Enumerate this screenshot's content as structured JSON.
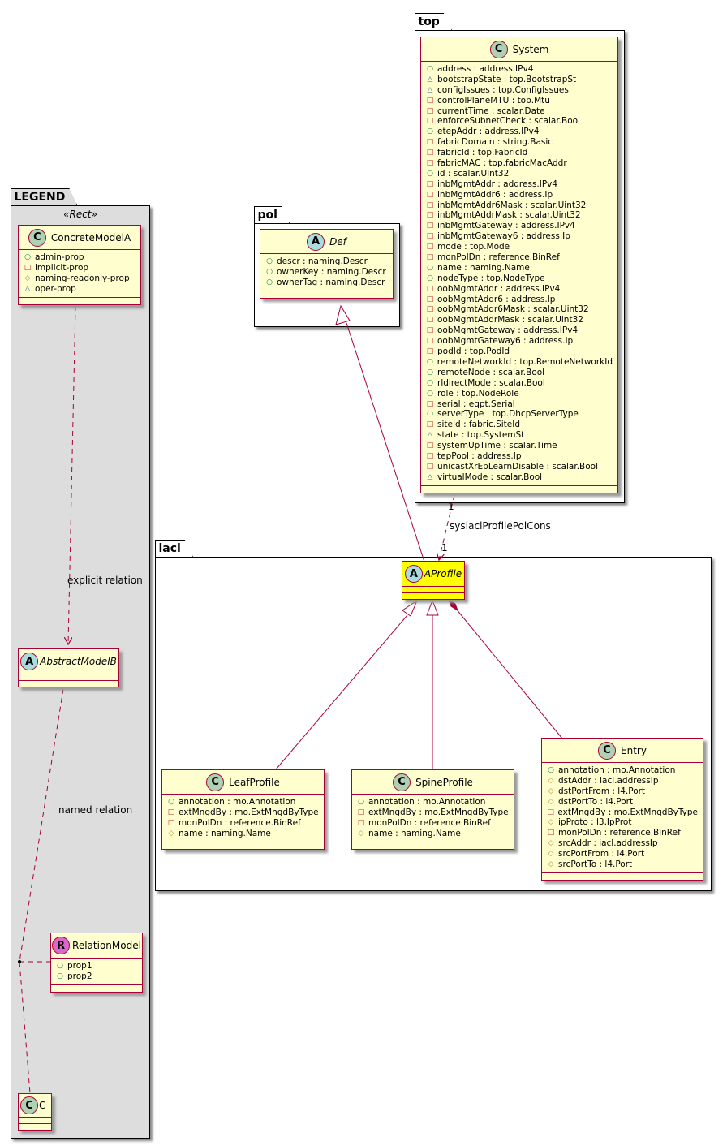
{
  "packages": {
    "top": "top",
    "pol": "pol",
    "iacl": "iacl",
    "legend": "LEGEND"
  },
  "legend": {
    "stereotype": "«Rect»",
    "concrete": {
      "icon": "C",
      "name": "ConcreteModelA",
      "attrs": [
        {
          "vis": "admin",
          "text": "admin-prop"
        },
        {
          "vis": "implicit",
          "text": "implicit-prop"
        },
        {
          "vis": "naming",
          "text": "naming-readonly-prop"
        },
        {
          "vis": "oper",
          "text": "oper-prop"
        }
      ]
    },
    "abstract": {
      "icon": "A",
      "name": "AbstractModelB"
    },
    "relation": {
      "icon": "R",
      "name": "RelationModel",
      "attrs": [
        {
          "vis": "admin",
          "text": "prop1"
        },
        {
          "vis": "admin",
          "text": "prop2"
        }
      ]
    },
    "target": {
      "icon": "C",
      "name": "C"
    },
    "labels": {
      "explicit": "explicit relation",
      "named": "named relation"
    }
  },
  "vis_icons": {
    "admin": "○",
    "implicit": "□",
    "naming": "◇",
    "oper": "△"
  },
  "classes": {
    "system": {
      "icon": "C",
      "name": "System",
      "attrs": [
        {
          "vis": "admin",
          "text": "address : address.IPv4"
        },
        {
          "vis": "oper",
          "text": "bootstrapState : top.BootstrapSt"
        },
        {
          "vis": "oper",
          "text": "configIssues : top.ConfigIssues"
        },
        {
          "vis": "implicit",
          "text": "controlPlaneMTU : top.Mtu"
        },
        {
          "vis": "implicit",
          "text": "currentTime : scalar.Date"
        },
        {
          "vis": "implicit",
          "text": "enforceSubnetCheck : scalar.Bool"
        },
        {
          "vis": "admin",
          "text": "etepAddr : address.IPv4"
        },
        {
          "vis": "implicit",
          "text": "fabricDomain : string.Basic"
        },
        {
          "vis": "implicit",
          "text": "fabricId : top.FabricId"
        },
        {
          "vis": "implicit",
          "text": "fabricMAC : top.fabricMacAddr"
        },
        {
          "vis": "admin",
          "text": "id : scalar.Uint32"
        },
        {
          "vis": "implicit",
          "text": "inbMgmtAddr : address.IPv4"
        },
        {
          "vis": "implicit",
          "text": "inbMgmtAddr6 : address.Ip"
        },
        {
          "vis": "implicit",
          "text": "inbMgmtAddr6Mask : scalar.Uint32"
        },
        {
          "vis": "implicit",
          "text": "inbMgmtAddrMask : scalar.Uint32"
        },
        {
          "vis": "implicit",
          "text": "inbMgmtGateway : address.IPv4"
        },
        {
          "vis": "implicit",
          "text": "inbMgmtGateway6 : address.Ip"
        },
        {
          "vis": "implicit",
          "text": "mode : top.Mode"
        },
        {
          "vis": "implicit",
          "text": "monPolDn : reference.BinRef"
        },
        {
          "vis": "admin",
          "text": "name : naming.Name"
        },
        {
          "vis": "admin",
          "text": "nodeType : top.NodeType"
        },
        {
          "vis": "implicit",
          "text": "oobMgmtAddr : address.IPv4"
        },
        {
          "vis": "implicit",
          "text": "oobMgmtAddr6 : address.Ip"
        },
        {
          "vis": "implicit",
          "text": "oobMgmtAddr6Mask : scalar.Uint32"
        },
        {
          "vis": "implicit",
          "text": "oobMgmtAddrMask : scalar.Uint32"
        },
        {
          "vis": "implicit",
          "text": "oobMgmtGateway : address.IPv4"
        },
        {
          "vis": "implicit",
          "text": "oobMgmtGateway6 : address.Ip"
        },
        {
          "vis": "implicit",
          "text": "podId : top.PodId"
        },
        {
          "vis": "admin",
          "text": "remoteNetworkId : top.RemoteNetworkId"
        },
        {
          "vis": "admin",
          "text": "remoteNode : scalar.Bool"
        },
        {
          "vis": "admin",
          "text": "rldirectMode : scalar.Bool"
        },
        {
          "vis": "admin",
          "text": "role : top.NodeRole"
        },
        {
          "vis": "implicit",
          "text": "serial : eqpt.Serial"
        },
        {
          "vis": "admin",
          "text": "serverType : top.DhcpServerType"
        },
        {
          "vis": "implicit",
          "text": "siteId : fabric.SiteId"
        },
        {
          "vis": "oper",
          "text": "state : top.SystemSt"
        },
        {
          "vis": "implicit",
          "text": "systemUpTime : scalar.Time"
        },
        {
          "vis": "implicit",
          "text": "tepPool : address.Ip"
        },
        {
          "vis": "implicit",
          "text": "unicastXrEpLearnDisable : scalar.Bool"
        },
        {
          "vis": "oper",
          "text": "virtualMode : scalar.Bool"
        }
      ]
    },
    "def": {
      "icon": "A",
      "name": "Def",
      "attrs": [
        {
          "vis": "admin",
          "text": "descr : naming.Descr"
        },
        {
          "vis": "admin",
          "text": "ownerKey : naming.Descr"
        },
        {
          "vis": "admin",
          "text": "ownerTag : naming.Descr"
        }
      ]
    },
    "aprofile": {
      "icon": "A",
      "name": "AProfile"
    },
    "leafprofile": {
      "icon": "C",
      "name": "LeafProfile",
      "attrs": [
        {
          "vis": "admin",
          "text": "annotation : mo.Annotation"
        },
        {
          "vis": "implicit",
          "text": "extMngdBy : mo.ExtMngdByType"
        },
        {
          "vis": "implicit",
          "text": "monPolDn : reference.BinRef"
        },
        {
          "vis": "naming",
          "text": "name : naming.Name"
        }
      ]
    },
    "spineprofile": {
      "icon": "C",
      "name": "SpineProfile",
      "attrs": [
        {
          "vis": "admin",
          "text": "annotation : mo.Annotation"
        },
        {
          "vis": "implicit",
          "text": "extMngdBy : mo.ExtMngdByType"
        },
        {
          "vis": "implicit",
          "text": "monPolDn : reference.BinRef"
        },
        {
          "vis": "naming",
          "text": "name : naming.Name"
        }
      ]
    },
    "entry": {
      "icon": "C",
      "name": "Entry",
      "attrs": [
        {
          "vis": "admin",
          "text": "annotation : mo.Annotation"
        },
        {
          "vis": "naming",
          "text": "dstAddr : iacl.addressIp"
        },
        {
          "vis": "naming",
          "text": "dstPortFrom : l4.Port"
        },
        {
          "vis": "naming",
          "text": "dstPortTo : l4.Port"
        },
        {
          "vis": "implicit",
          "text": "extMngdBy : mo.ExtMngdByType"
        },
        {
          "vis": "naming",
          "text": "ipProto : l3.IpProt"
        },
        {
          "vis": "implicit",
          "text": "monPolDn : reference.BinRef"
        },
        {
          "vis": "naming",
          "text": "srcAddr : iacl.addressIp"
        },
        {
          "vis": "naming",
          "text": "srcPortFrom : l4.Port"
        },
        {
          "vis": "naming",
          "text": "srcPortTo : l4.Port"
        }
      ]
    }
  },
  "relations": {
    "sys_to_profile": {
      "label": "sysIaclProfilePolCons",
      "source_mult": "1",
      "target_mult": "1"
    }
  },
  "colors": {
    "border": "#a80036",
    "class_fill": "#fefece",
    "highlight_fill": "#ffff00",
    "legend_fill": "#dddddd",
    "admin": "#038048",
    "implicit": "#c82930",
    "naming": "#b38d22",
    "oper": "#1963a0"
  }
}
